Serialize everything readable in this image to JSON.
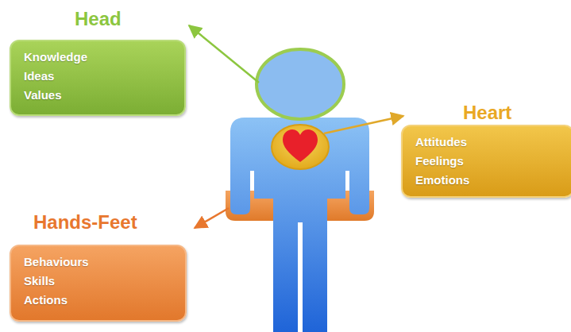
{
  "diagram": {
    "nodes": [
      {
        "text": [
          "Head",
          "Knowledge",
          "Ideas",
          "Values"
        ]
      },
      {
        "text": [
          "Heart",
          "Attitudes",
          "Feelings",
          "Emotions"
        ]
      },
      {
        "text": [
          "Hands-Feet",
          "Behaviours",
          "Skills",
          "Actions"
        ]
      }
    ]
  }
}
